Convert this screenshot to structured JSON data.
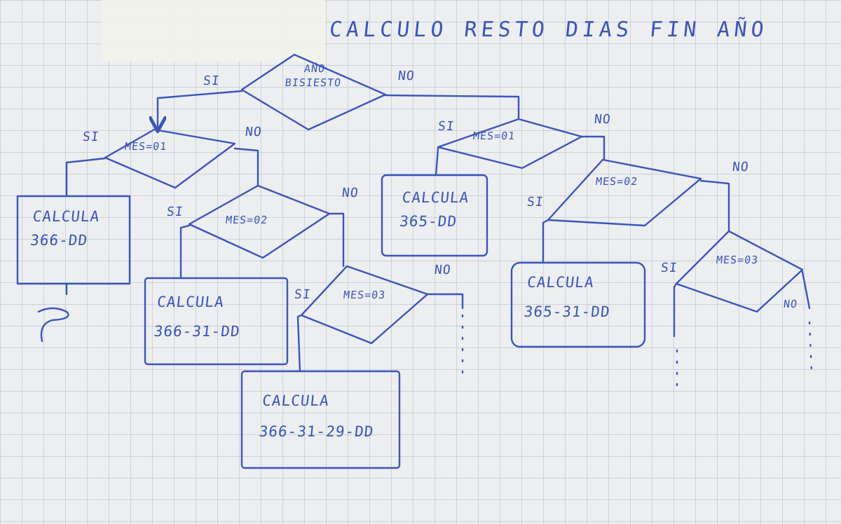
{
  "title": "CALCULO RESTO DIAS FIN AÑO",
  "colors": {
    "ink": "#3b55b8",
    "paper": "#eceef0",
    "grid": "#b9bfc8"
  },
  "decisions": {
    "leap_year": "AÑO BISIESTO",
    "leap_mes01": "MES=01",
    "leap_mes02": "MES=02",
    "leap_mes03": "MES=03",
    "normal_mes01": "MES=01",
    "normal_mes02": "MES=02",
    "normal_mes03": "MES=03"
  },
  "branches": {
    "yes": "SI",
    "no": "NO"
  },
  "processes": {
    "leap_01": {
      "label": "CALCULA",
      "formula": "366-DD"
    },
    "leap_02": {
      "label": "CALCULA",
      "formula": "366-31-DD"
    },
    "leap_03": {
      "label": "CALCULA",
      "formula": "366-31-29-DD"
    },
    "normal_01": {
      "label": "CALCULA",
      "formula": "365-DD"
    },
    "normal_02": {
      "label": "CALCULA",
      "formula": "365-31-DD"
    }
  }
}
